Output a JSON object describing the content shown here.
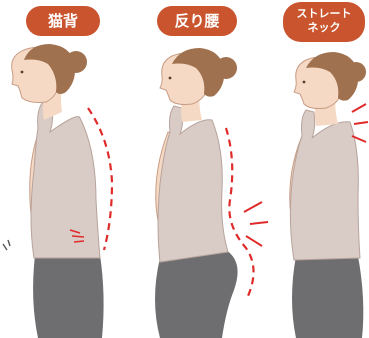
{
  "postures": [
    {
      "label": "猫背"
    },
    {
      "label": "反り腰"
    },
    {
      "label_line1": "ストレート",
      "label_line2": "ネック"
    }
  ],
  "colors": {
    "label_bg": "#c9542d",
    "indicator": "#e02b2b",
    "hair": "#a0714e",
    "skin": "#f5d9c4",
    "tank_top": "#d9cbc6",
    "leggings": "#6e6e70"
  }
}
